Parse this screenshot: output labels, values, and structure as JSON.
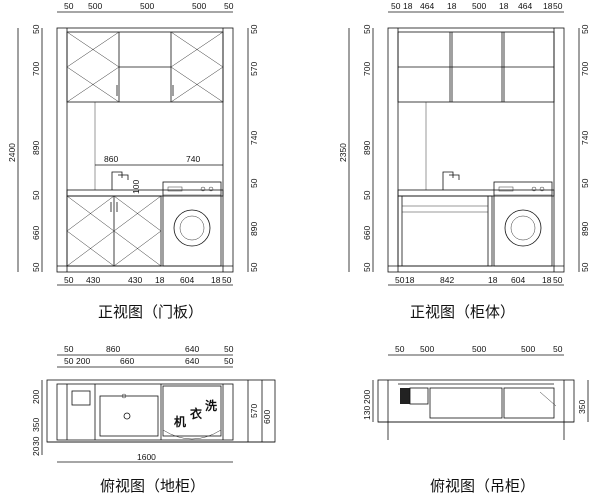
{
  "captions": {
    "front_door": "正视图（门板）",
    "front_body": "正视图（柜体）",
    "plan_base": "俯视图（地柜）",
    "plan_wall": "俯视图（吊柜）"
  },
  "front_door": {
    "top_dims": [
      "50",
      "500",
      "500",
      "500",
      "50"
    ],
    "left_dims": [
      "50",
      "700",
      "890",
      "50",
      "660",
      "50"
    ],
    "left_total": "2400",
    "right_dims": [
      "50",
      "570",
      "740",
      "50",
      "890",
      "50"
    ],
    "mid_dims": [
      "860",
      "740"
    ],
    "bottom_dims": [
      "50",
      "430",
      "430",
      "18",
      "604",
      "18",
      "50"
    ],
    "small_dim": "100"
  },
  "front_body": {
    "top_dims": [
      "50",
      "18",
      "464",
      "18",
      "500",
      "18",
      "464",
      "18",
      "50"
    ],
    "left_dims": [
      "50",
      "700",
      "890",
      "50",
      "660",
      "50"
    ],
    "left_total": "2350",
    "right_dims": [
      "50",
      "700",
      "740",
      "50",
      "890",
      "50"
    ],
    "bottom_dims": [
      "50",
      "18",
      "842",
      "18",
      "604",
      "18",
      "50"
    ]
  },
  "plan_base": {
    "top_dims_1": [
      "50",
      "860",
      "640",
      "50"
    ],
    "top_dims_2": [
      "50",
      "200",
      "660",
      "640",
      "50"
    ],
    "left_dims": [
      "200",
      "350",
      "30",
      "20"
    ],
    "right_dims": [
      "570",
      "600"
    ],
    "bottom_dim": "1600",
    "washer_label": [
      "洗",
      "衣",
      "机"
    ]
  },
  "plan_wall": {
    "top_dims": [
      "50",
      "500",
      "500",
      "500",
      "50"
    ],
    "left_dims": [
      "200",
      "130"
    ],
    "right_dim": "350"
  }
}
